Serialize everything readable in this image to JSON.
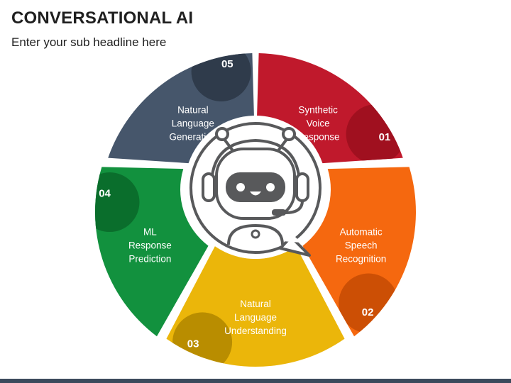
{
  "title": "CONVERSATIONAL AI",
  "subtitle": "Enter your sub headline here",
  "segments": [
    {
      "number": "01",
      "lines": [
        "Synthetic",
        "Voice",
        "Response"
      ],
      "color": "#c0192c",
      "badge_color": "#a0101f"
    },
    {
      "number": "02",
      "lines": [
        "Automatic",
        "Speech",
        "Recognition"
      ],
      "color": "#f5680f",
      "badge_color": "#cc4f05"
    },
    {
      "number": "03",
      "lines": [
        "Natural",
        "Language",
        "Understanding"
      ],
      "color": "#ebb60a",
      "badge_color": "#b98d00"
    },
    {
      "number": "04",
      "lines": [
        "ML",
        "Response",
        "Prediction"
      ],
      "color": "#12913e",
      "badge_color": "#0a6e2c"
    },
    {
      "number": "05",
      "lines": [
        "Natural",
        "Language",
        "Generation"
      ],
      "color": "#46566b",
      "badge_color": "#2f3b4b"
    }
  ],
  "center_icon": "robot-headset-icon"
}
